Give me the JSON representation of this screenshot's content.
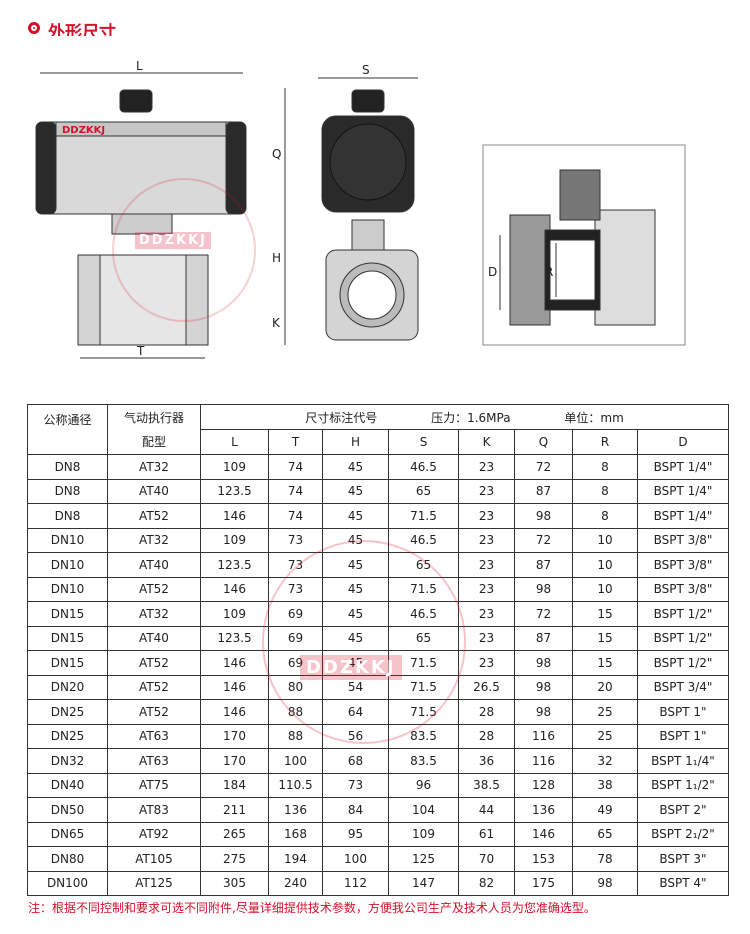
{
  "section_title": "外形尺寸",
  "drawings": {
    "logo": "DDZKKJ",
    "labels": {
      "L": "L",
      "T": "T",
      "S": "S",
      "Q": "Q",
      "H": "H",
      "K": "K",
      "D": "D",
      "R": "R"
    }
  },
  "table": {
    "header": {
      "nominal": "公称通径",
      "actuator_line1": "气动执行器",
      "actuator_line2": "配型",
      "dims_title": "尺寸标注代号",
      "pressure": "压力：1.6MPa",
      "unit": "单位：mm",
      "columns": [
        "L",
        "T",
        "H",
        "S",
        "K",
        "Q",
        "R",
        "D"
      ]
    },
    "rows": [
      [
        "DN8",
        "AT32",
        "109",
        "74",
        "45",
        "46.5",
        "23",
        "72",
        "8",
        "BSPT 1/4\""
      ],
      [
        "DN8",
        "AT40",
        "123.5",
        "74",
        "45",
        "65",
        "23",
        "87",
        "8",
        "BSPT 1/4\""
      ],
      [
        "DN8",
        "AT52",
        "146",
        "74",
        "45",
        "71.5",
        "23",
        "98",
        "8",
        "BSPT 1/4\""
      ],
      [
        "DN10",
        "AT32",
        "109",
        "73",
        "45",
        "46.5",
        "23",
        "72",
        "10",
        "BSPT 3/8\""
      ],
      [
        "DN10",
        "AT40",
        "123.5",
        "73",
        "45",
        "65",
        "23",
        "87",
        "10",
        "BSPT 3/8\""
      ],
      [
        "DN10",
        "AT52",
        "146",
        "73",
        "45",
        "71.5",
        "23",
        "98",
        "10",
        "BSPT 3/8\""
      ],
      [
        "DN15",
        "AT32",
        "109",
        "69",
        "45",
        "46.5",
        "23",
        "72",
        "15",
        "BSPT 1/2\""
      ],
      [
        "DN15",
        "AT40",
        "123.5",
        "69",
        "45",
        "65",
        "23",
        "87",
        "15",
        "BSPT 1/2\""
      ],
      [
        "DN15",
        "AT52",
        "146",
        "69",
        "45",
        "71.5",
        "23",
        "98",
        "15",
        "BSPT 1/2\""
      ],
      [
        "DN20",
        "AT52",
        "146",
        "80",
        "54",
        "71.5",
        "26.5",
        "98",
        "20",
        "BSPT 3/4\""
      ],
      [
        "DN25",
        "AT52",
        "146",
        "88",
        "64",
        "71.5",
        "28",
        "98",
        "25",
        "BSPT 1\""
      ],
      [
        "DN25",
        "AT63",
        "170",
        "88",
        "56",
        "83.5",
        "28",
        "116",
        "25",
        "BSPT 1\""
      ],
      [
        "DN32",
        "AT63",
        "170",
        "100",
        "68",
        "83.5",
        "36",
        "116",
        "32",
        "BSPT 1₁/4\""
      ],
      [
        "DN40",
        "AT75",
        "184",
        "110.5",
        "73",
        "96",
        "38.5",
        "128",
        "38",
        "BSPT 1₁/2\""
      ],
      [
        "DN50",
        "AT83",
        "211",
        "136",
        "84",
        "104",
        "44",
        "136",
        "49",
        "BSPT 2\""
      ],
      [
        "DN65",
        "AT92",
        "265",
        "168",
        "95",
        "109",
        "61",
        "146",
        "65",
        "BSPT 2₁/2\""
      ],
      [
        "DN80",
        "AT105",
        "275",
        "194",
        "100",
        "125",
        "70",
        "153",
        "78",
        "BSPT 3\""
      ],
      [
        "DN100",
        "AT125",
        "305",
        "240",
        "112",
        "147",
        "82",
        "175",
        "98",
        "BSPT 4\""
      ]
    ]
  },
  "note": "注：根据不同控制和要求可选不同附件,尽量详细提供技术参数，方便我公司生产及技术人员为您准确选型。",
  "colors": {
    "accent": "#d7102a"
  }
}
